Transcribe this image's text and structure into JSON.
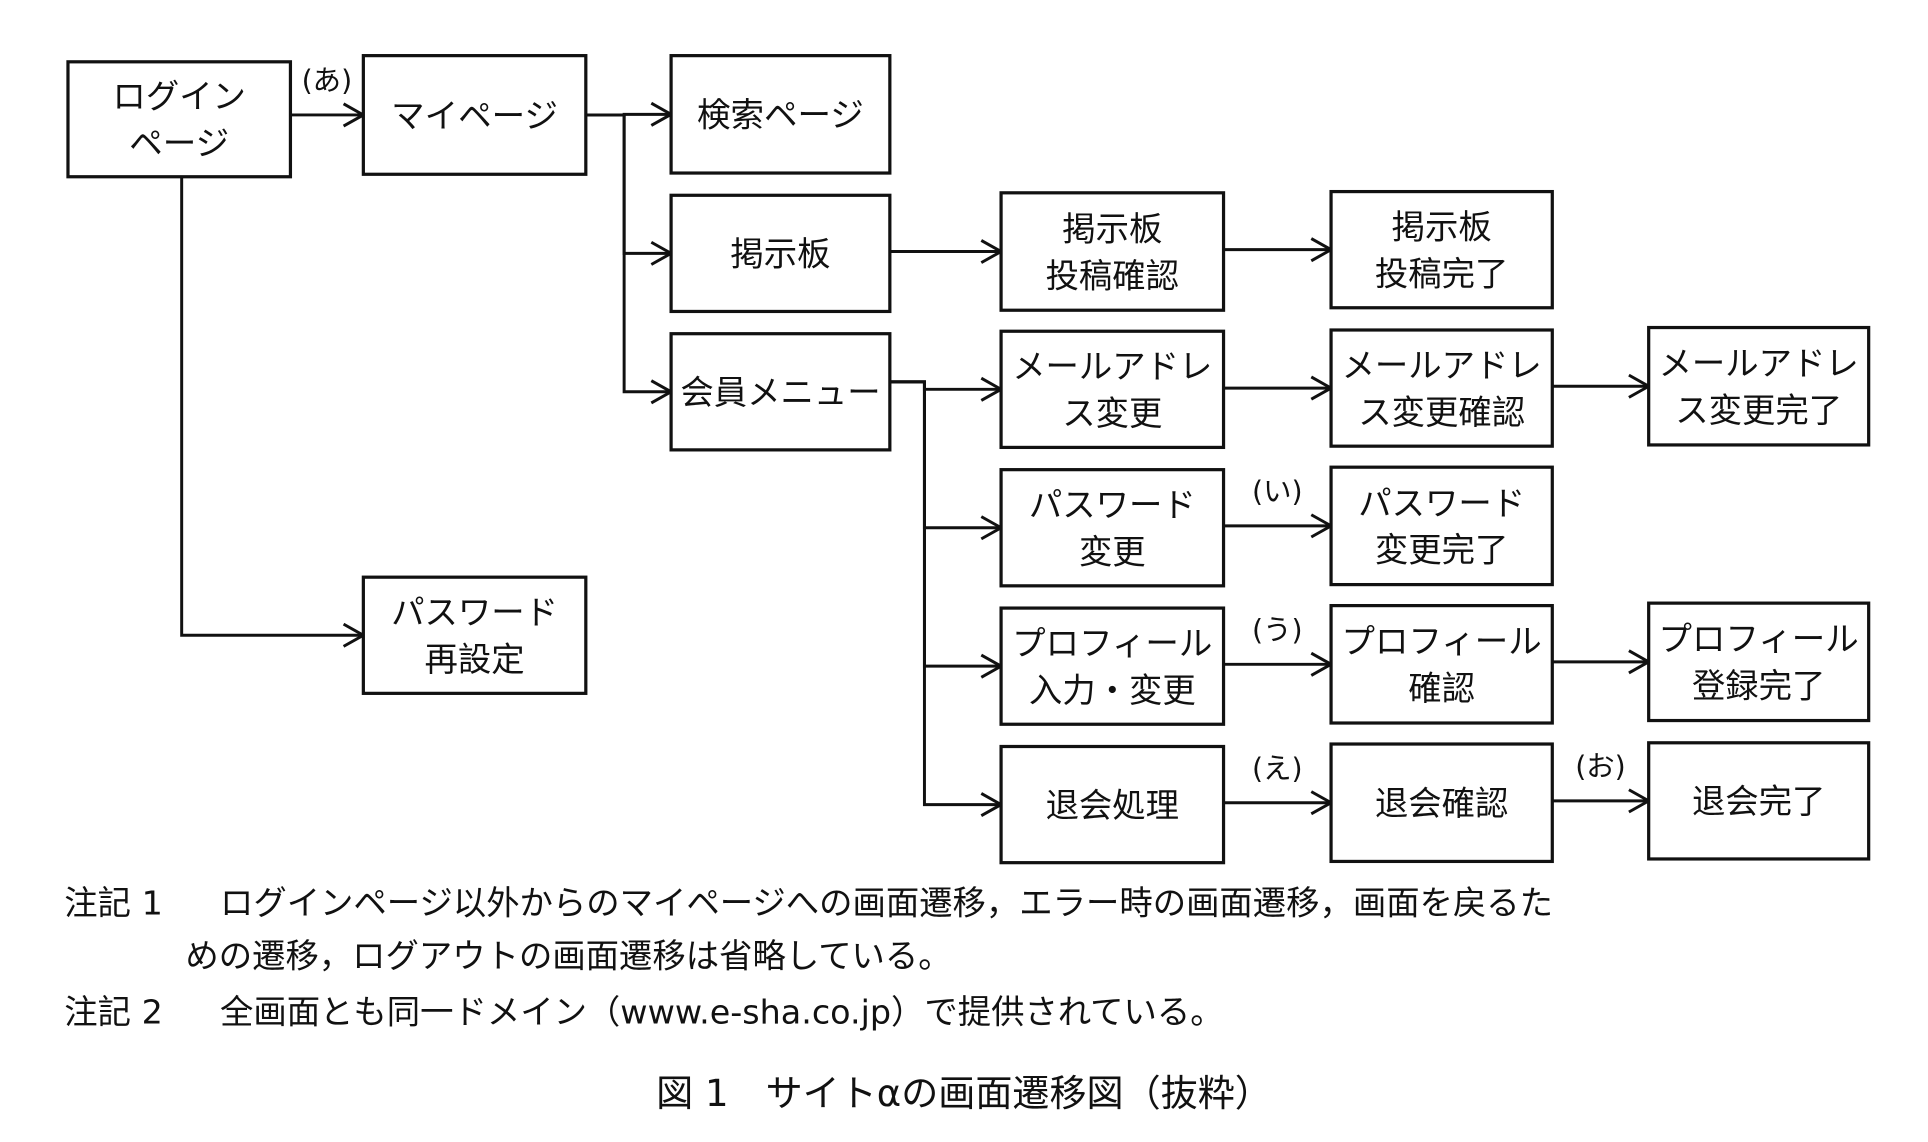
{
  "diagram": {
    "nodes": [
      {
        "id": "login",
        "lines": [
          "ログイン",
          "ページ"
        ]
      },
      {
        "id": "mypage",
        "lines": [
          "マイページ"
        ]
      },
      {
        "id": "search",
        "lines": [
          "検索ページ"
        ]
      },
      {
        "id": "board",
        "lines": [
          "掲示板"
        ]
      },
      {
        "id": "member_menu",
        "lines": [
          "会員メニュー"
        ]
      },
      {
        "id": "board_confirm",
        "lines": [
          "掲示板",
          "投稿確認"
        ]
      },
      {
        "id": "board_complete",
        "lines": [
          "掲示板",
          "投稿完了"
        ]
      },
      {
        "id": "email_change",
        "lines": [
          "メールアドレ",
          "ス変更"
        ]
      },
      {
        "id": "email_confirm",
        "lines": [
          "メールアドレ",
          "ス変更確認"
        ]
      },
      {
        "id": "email_complete",
        "lines": [
          "メールアドレ",
          "ス変更完了"
        ]
      },
      {
        "id": "pw_change",
        "lines": [
          "パスワード",
          "変更"
        ]
      },
      {
        "id": "pw_complete",
        "lines": [
          "パスワード",
          "変更完了"
        ]
      },
      {
        "id": "profile_input",
        "lines": [
          "プロフィール",
          "入力・変更"
        ]
      },
      {
        "id": "profile_confirm",
        "lines": [
          "プロフィール",
          "確認"
        ]
      },
      {
        "id": "profile_complete",
        "lines": [
          "プロフィール",
          "登録完了"
        ]
      },
      {
        "id": "withdraw",
        "lines": [
          "退会処理"
        ]
      },
      {
        "id": "withdraw_confirm",
        "lines": [
          "退会確認"
        ]
      },
      {
        "id": "withdraw_complete",
        "lines": [
          "退会完了"
        ]
      },
      {
        "id": "pw_reset",
        "lines": [
          "パスワード",
          "再設定"
        ]
      }
    ],
    "edges": [
      {
        "from": "login",
        "to": "mypage",
        "label": "(あ)"
      },
      {
        "from": "mypage",
        "to": "search",
        "label": ""
      },
      {
        "from": "mypage",
        "to": "board",
        "label": ""
      },
      {
        "from": "mypage",
        "to": "member_menu",
        "label": ""
      },
      {
        "from": "board",
        "to": "board_confirm",
        "label": ""
      },
      {
        "from": "board_confirm",
        "to": "board_complete",
        "label": ""
      },
      {
        "from": "member_menu",
        "to": "email_change",
        "label": ""
      },
      {
        "from": "member_menu",
        "to": "pw_change",
        "label": ""
      },
      {
        "from": "member_menu",
        "to": "profile_input",
        "label": ""
      },
      {
        "from": "member_menu",
        "to": "withdraw",
        "label": ""
      },
      {
        "from": "email_change",
        "to": "email_confirm",
        "label": ""
      },
      {
        "from": "email_confirm",
        "to": "email_complete",
        "label": ""
      },
      {
        "from": "pw_change",
        "to": "pw_complete",
        "label": "(い)"
      },
      {
        "from": "profile_input",
        "to": "profile_confirm",
        "label": "(う)"
      },
      {
        "from": "profile_confirm",
        "to": "profile_complete",
        "label": ""
      },
      {
        "from": "withdraw",
        "to": "withdraw_confirm",
        "label": "(え)"
      },
      {
        "from": "withdraw_confirm",
        "to": "withdraw_complete",
        "label": "(お)"
      },
      {
        "from": "login",
        "to": "pw_reset",
        "label": ""
      }
    ]
  },
  "notes": [
    {
      "prefix": "注記 1",
      "lines": [
        "ログインページ以外からのマイページへの画面遷移，エラー時の画面遷移，画面を戻るた",
        "めの遷移，ログアウトの画面遷移は省略している。"
      ]
    },
    {
      "prefix": "注記 2",
      "lines": [
        "全画面とも同一ドメイン（www.e-sha.co.jp）で提供されている。"
      ]
    }
  ],
  "caption": "図 1　サイトαの画面遷移図（抜粋）"
}
